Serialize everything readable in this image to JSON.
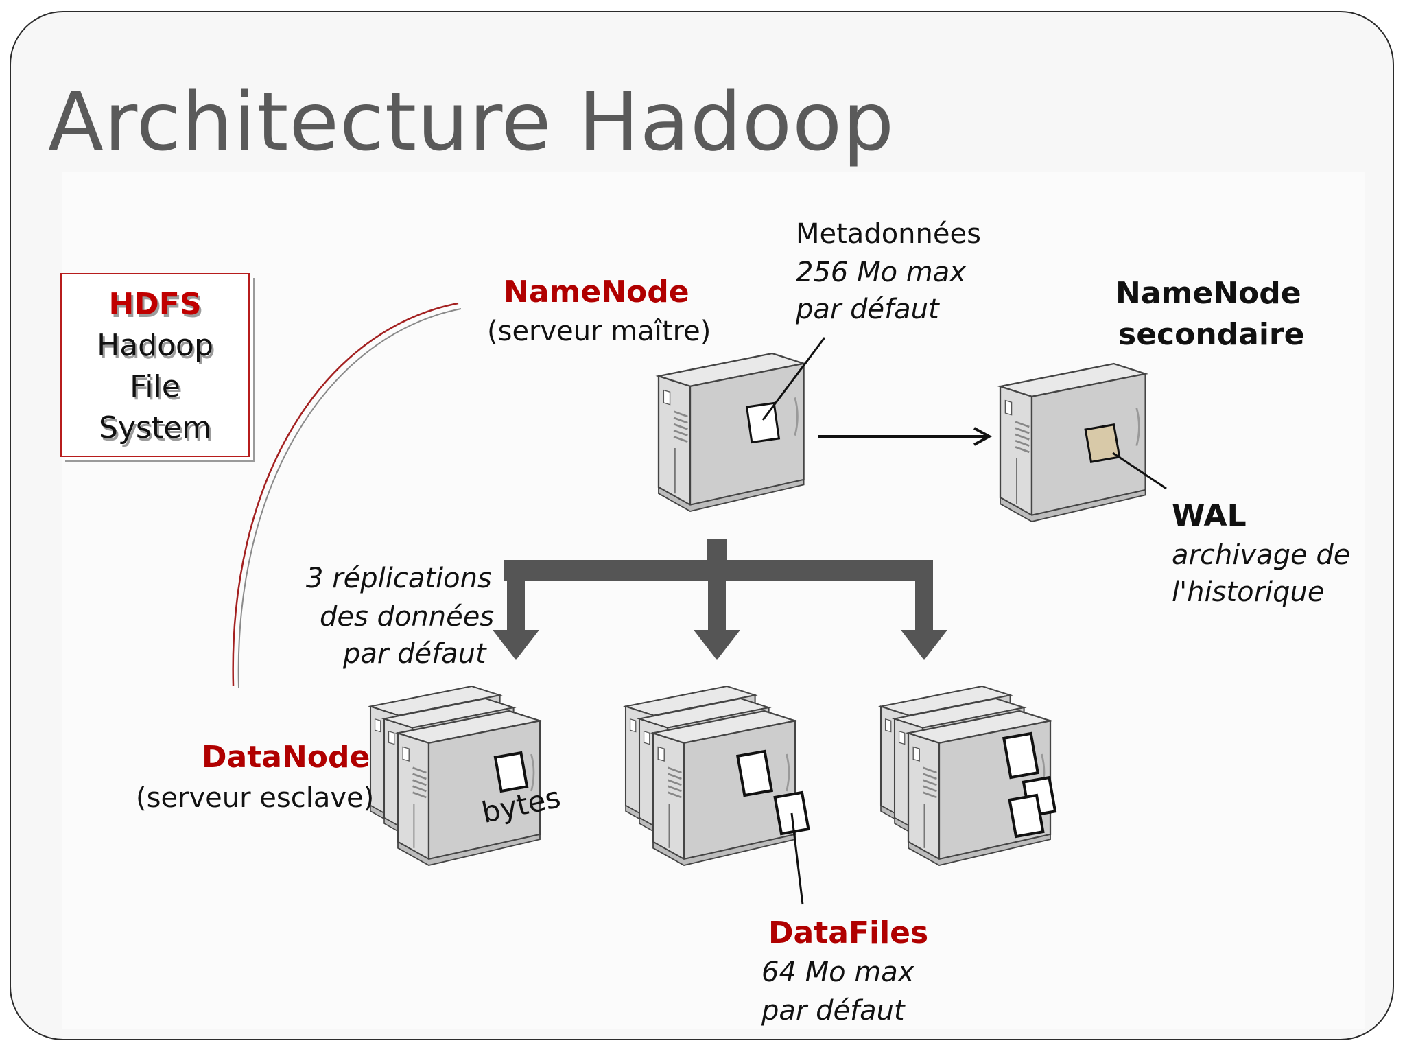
{
  "title": "Architecture Hadoop",
  "hdfs": {
    "lines": [
      "HDFS",
      "Hadoop",
      "File",
      "System"
    ]
  },
  "namenode": {
    "name": "NameNode",
    "subtitle": "(serveur maître)"
  },
  "metadata": {
    "line1": "Metadonnées",
    "line2": "256 Mo max",
    "line3": "par défaut"
  },
  "secondary_namenode": {
    "line1": "NameNode",
    "line2": "secondaire"
  },
  "wal": {
    "name": "WAL",
    "line1": "archivage de",
    "line2": "l'historique"
  },
  "replication": {
    "line1": "3 réplications",
    "line2": "des données",
    "line3": "par défaut"
  },
  "datanode": {
    "name": "DataNode",
    "subtitle": "(serveur esclave)"
  },
  "bytes_label": "bytes",
  "datafiles": {
    "name": "DataFiles",
    "line1": "64 Mo max",
    "line2": "par défaut"
  },
  "colors": {
    "accent_red": "#b00000",
    "server_gray": "#cfcfcf",
    "arrow_gray": "#555555",
    "wal_block": "#d8c9a8"
  }
}
